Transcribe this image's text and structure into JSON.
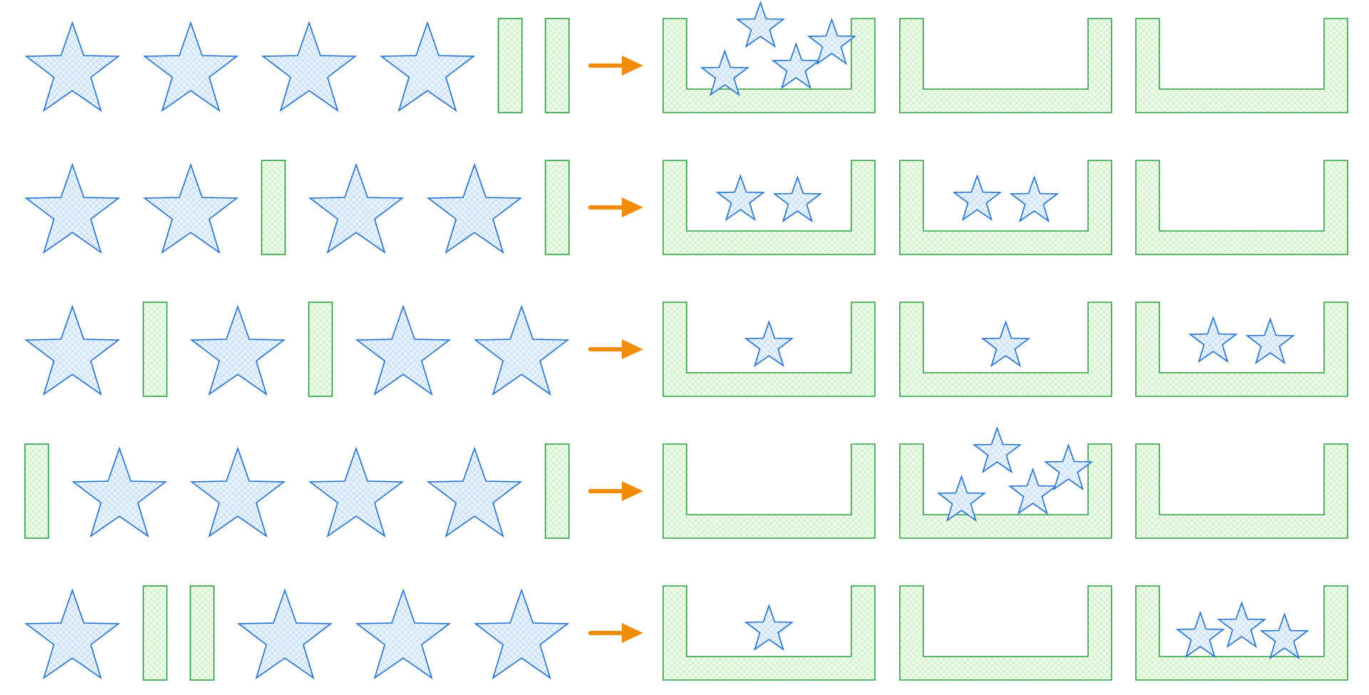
{
  "diagram": {
    "title": "",
    "colors": {
      "star_stroke": "#1f6fd1",
      "star_fill": "#e8f2fc",
      "star_hatch": "#93c5f3",
      "bar_stroke": "#2ea043",
      "bar_fill": "#eefbea",
      "bar_hatch": "#9be08f",
      "arrow": "#f08c0c"
    },
    "rows": [
      {
        "sequence": [
          "star",
          "star",
          "star",
          "star",
          "bar",
          "bar"
        ],
        "bins": [
          4,
          0,
          0
        ]
      },
      {
        "sequence": [
          "star",
          "star",
          "bar",
          "star",
          "star",
          "bar"
        ],
        "bins": [
          2,
          2,
          0
        ]
      },
      {
        "sequence": [
          "star",
          "bar",
          "star",
          "bar",
          "star",
          "star"
        ],
        "bins": [
          1,
          1,
          2
        ]
      },
      {
        "sequence": [
          "bar",
          "star",
          "star",
          "star",
          "star",
          "bar"
        ],
        "bins": [
          0,
          4,
          0
        ]
      },
      {
        "sequence": [
          "star",
          "bar",
          "bar",
          "star",
          "star",
          "star"
        ],
        "bins": [
          1,
          0,
          3
        ]
      }
    ]
  }
}
